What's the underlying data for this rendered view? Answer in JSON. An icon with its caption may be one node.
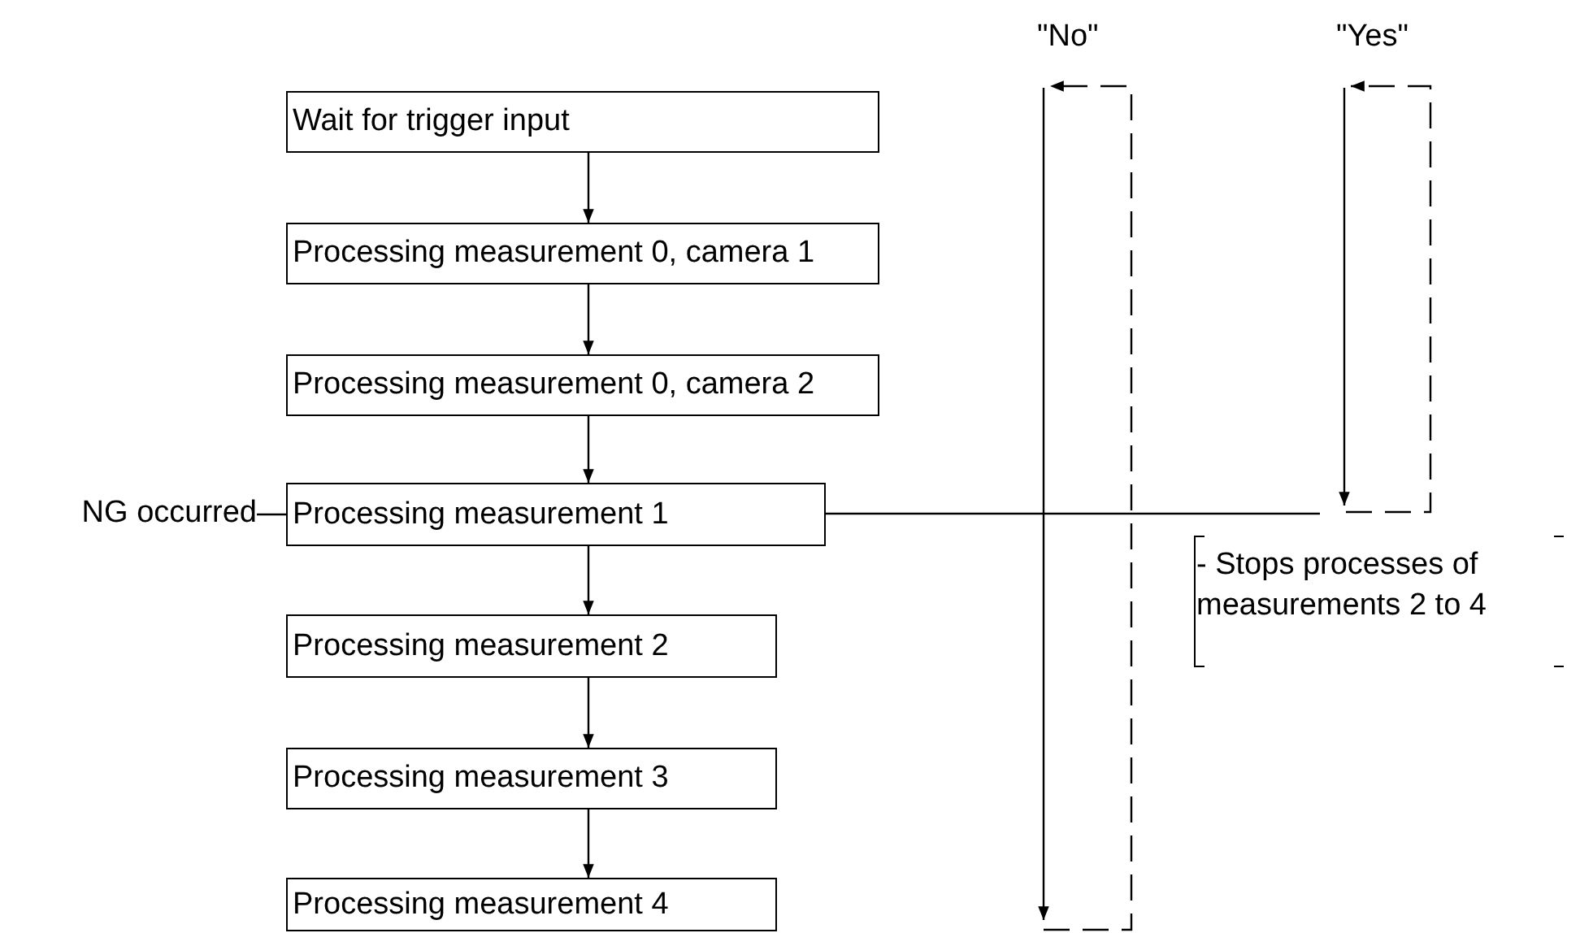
{
  "diagram": {
    "nodes": [
      {
        "text": [
          "Wait for trigger input"
        ]
      },
      {
        "text": [
          "Processing measurement 0, camera 1"
        ]
      },
      {
        "text": [
          "Processing measurement 0, camera 2"
        ]
      },
      {
        "text": [
          "Processing measurement 1"
        ]
      },
      {
        "text": [
          "Processing measurement 2"
        ]
      },
      {
        "text": [
          "Processing measurement 3"
        ]
      },
      {
        "text": [
          "Processing measurement 4"
        ]
      },
      {
        "text": [
          "NG occurred"
        ]
      }
    ],
    "edges": [
      {
        "from": 0,
        "to": 1,
        "arrow": "to"
      },
      {
        "from": 1,
        "to": 2,
        "arrow": "to"
      },
      {
        "from": 2,
        "to": 3,
        "arrow": "to"
      },
      {
        "from": 3,
        "to": 4,
        "arrow": "to"
      },
      {
        "from": 4,
        "to": 5,
        "arrow": "to"
      },
      {
        "from": 5,
        "to": 6,
        "arrow": "to"
      },
      {
        "from": 7,
        "to": 3,
        "arrow": "none"
      },
      {
        "from": 3,
        "to": null,
        "arrow": "none"
      }
    ],
    "labels": [
      "\"No\"",
      "\"Yes\"",
      "- Stops processes of measurements 2 to 4"
    ]
  }
}
